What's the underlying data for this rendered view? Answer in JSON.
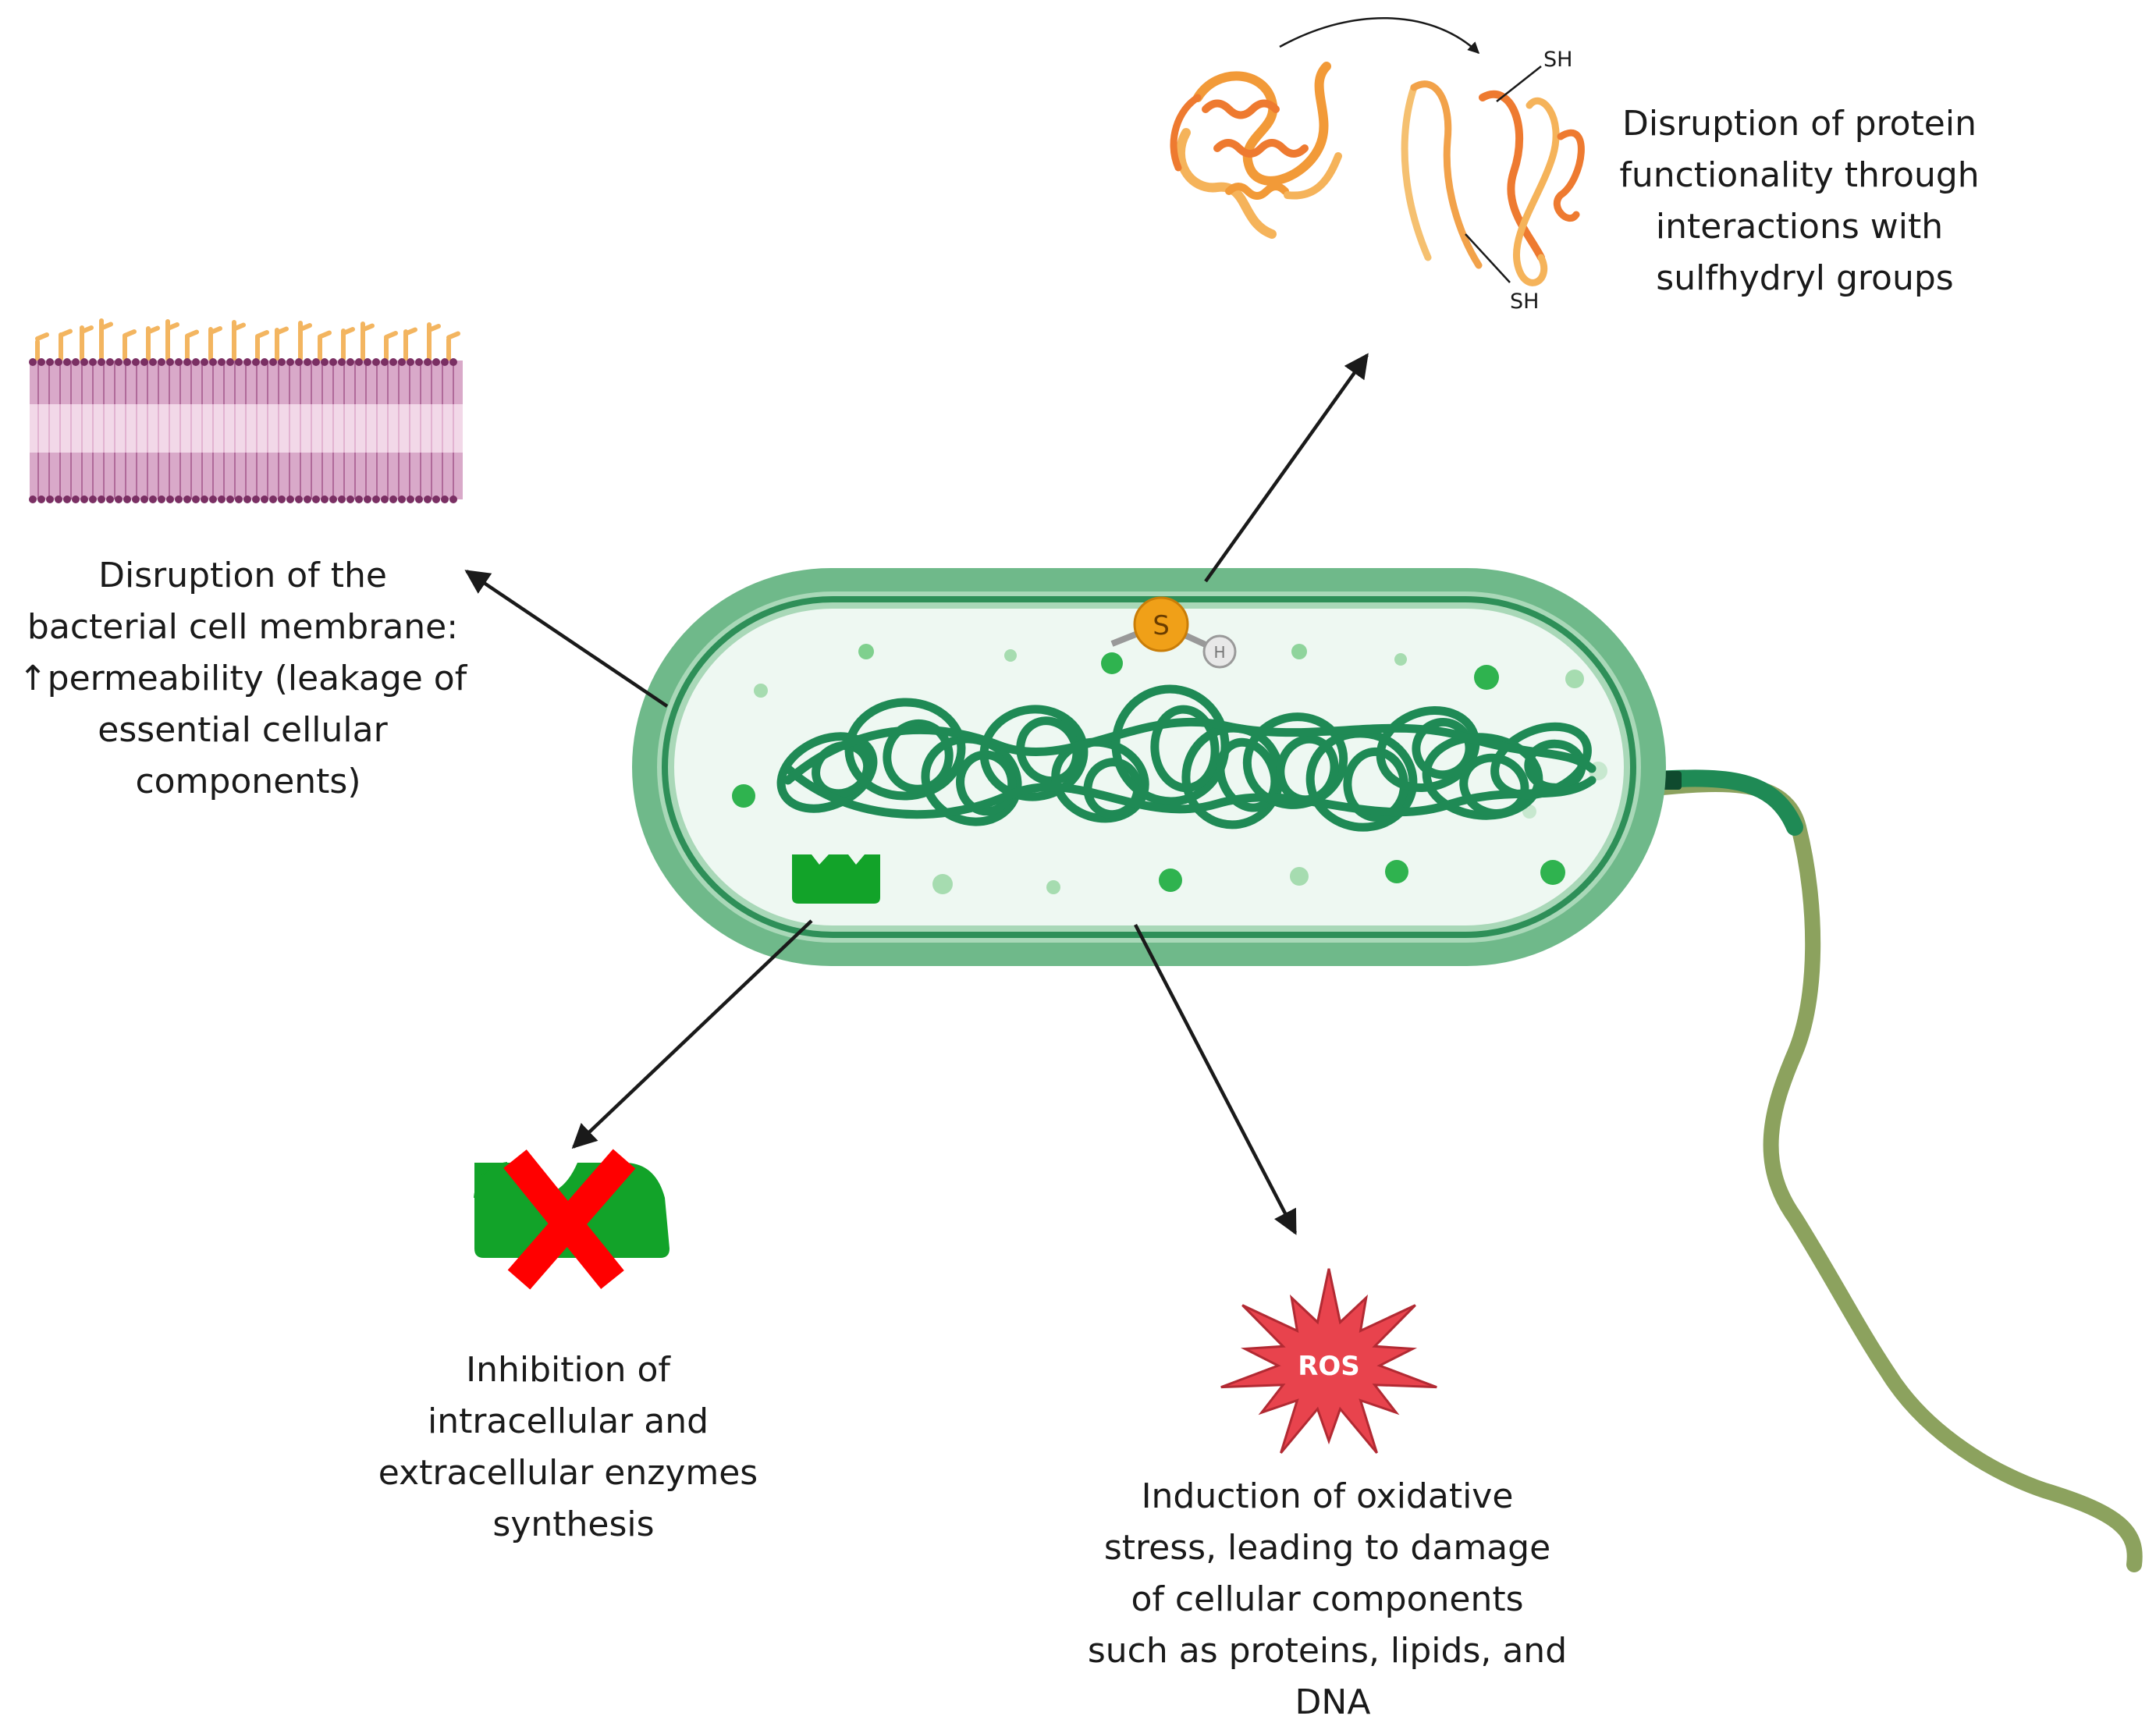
{
  "labels": {
    "membrane": [
      "Disruption of the",
      "bacterial cell membrane:",
      "↑permeability (leakage of",
      "essential cellular",
      "components)"
    ],
    "protein": [
      "Disruption of protein",
      "functionality through",
      "interactions with",
      "sulfhydryl groups"
    ],
    "enzyme": [
      "Inhibition of",
      "intracellular and",
      "extracellular enzymes",
      "synthesis"
    ],
    "oxidative": [
      "Induction of oxidative",
      "stress, leading to damage",
      "of cellular components",
      "such as proteins, lipids, and",
      "DNA"
    ]
  },
  "markers": {
    "sh_top": "SH",
    "sh_bottom": "SH",
    "sulfur": "S",
    "hydrogen": "H",
    "ros": "ROS"
  },
  "colors": {
    "cell_wall": "#6fb98a",
    "cell_interior": "#eef8f2",
    "dna": "#1f8a55",
    "flagellum": "#8ca25e",
    "enzyme": "#12a329",
    "cross": "#ff0000",
    "ros_star": "#e8434d",
    "sulfur": "#f0a018",
    "membrane": "#c78bb4",
    "protein": "#f29a38"
  }
}
